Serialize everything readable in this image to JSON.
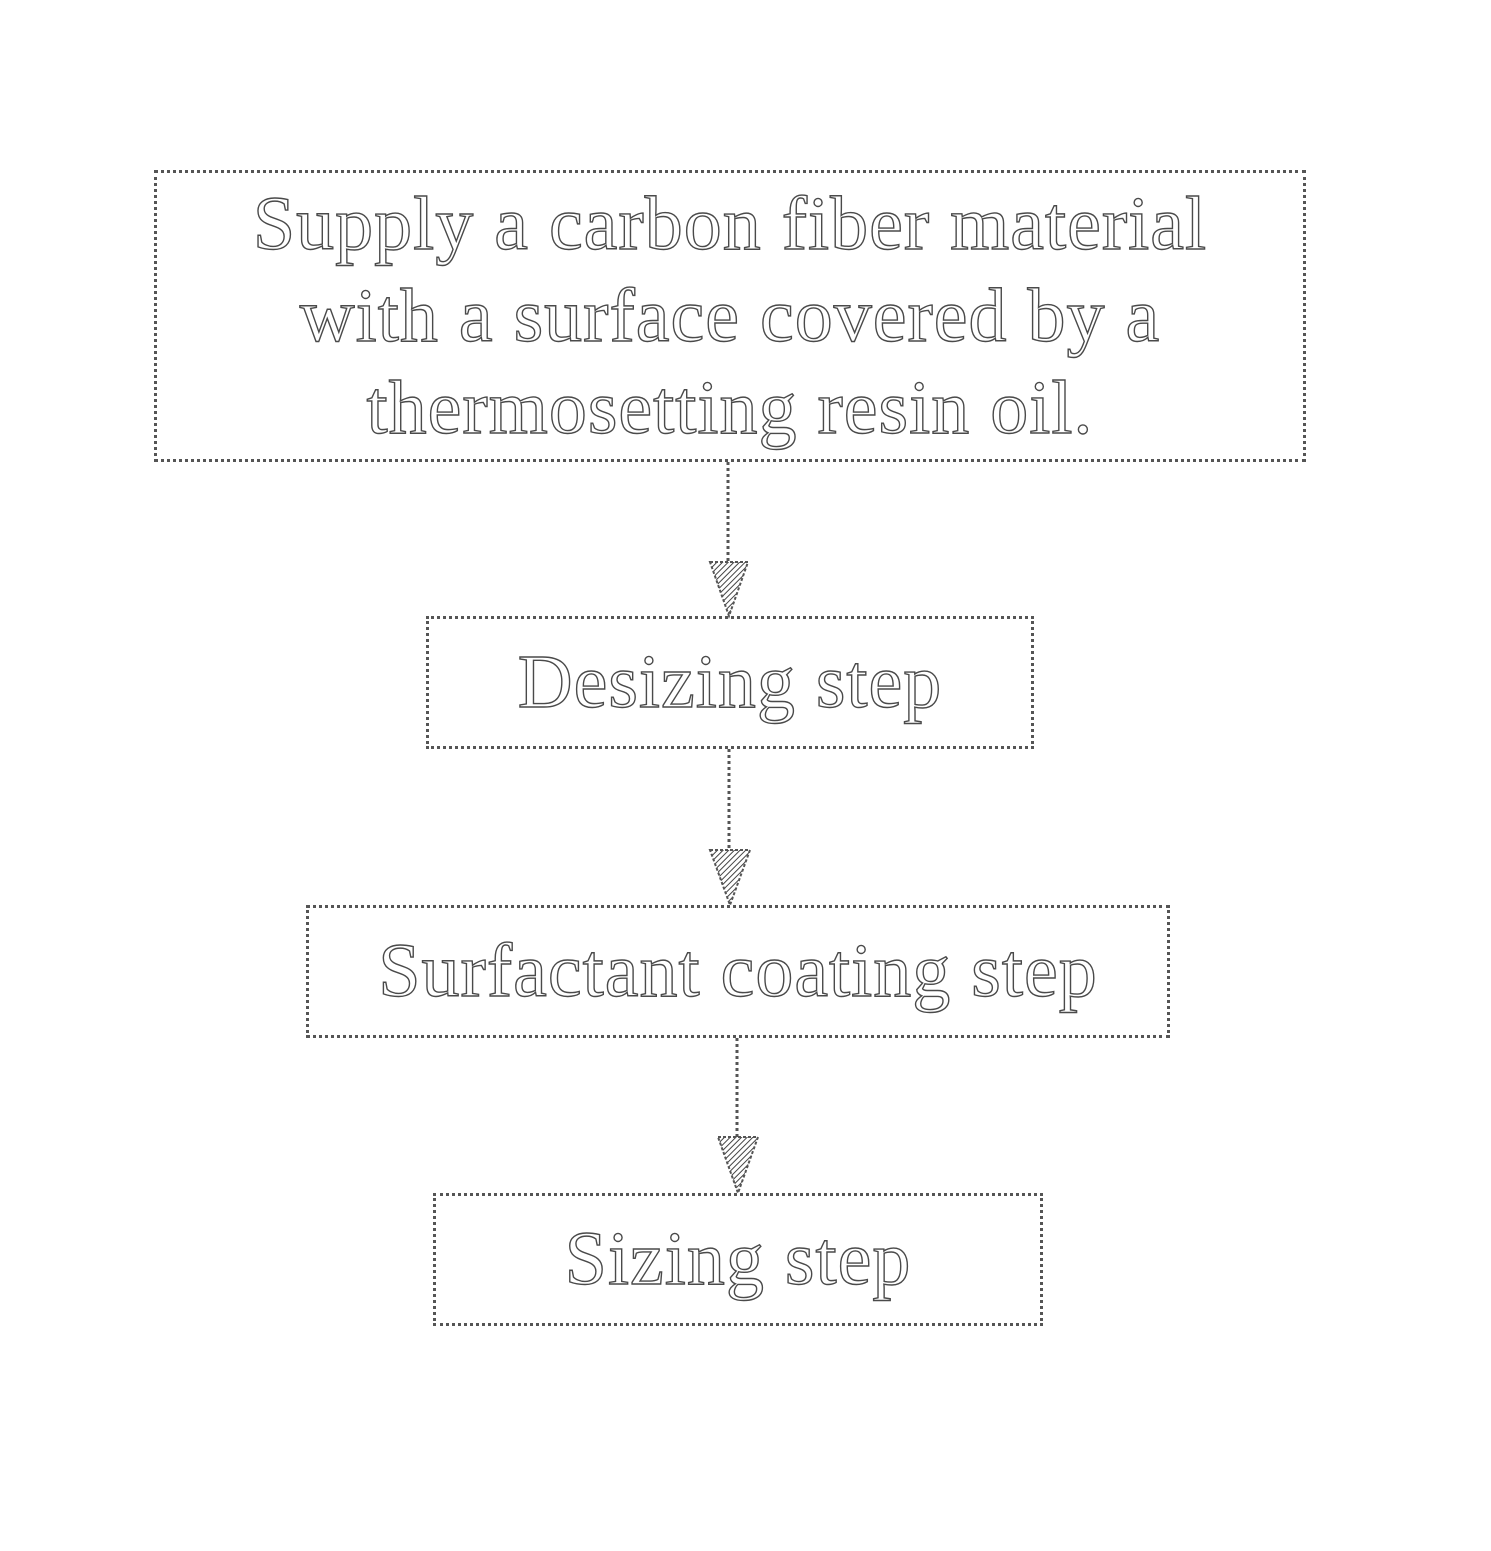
{
  "flowchart": {
    "steps": [
      {
        "label": "Supply a carbon fiber material with a surface covered by a thermosetting resin oil."
      },
      {
        "label": "Desizing step"
      },
      {
        "label": "Surfactant coating step"
      },
      {
        "label": "Sizing step"
      }
    ]
  }
}
